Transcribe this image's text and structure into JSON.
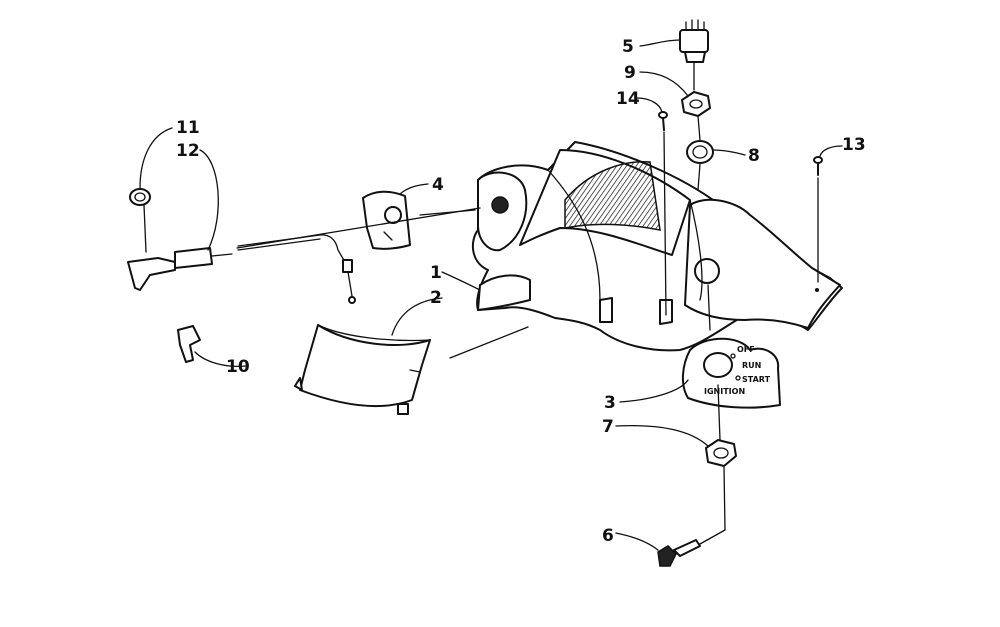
{
  "callouts": [
    {
      "id": "1",
      "label": "1"
    },
    {
      "id": "2",
      "label": "2"
    },
    {
      "id": "3",
      "label": "3"
    },
    {
      "id": "4",
      "label": "4"
    },
    {
      "id": "5",
      "label": "5"
    },
    {
      "id": "6",
      "label": "6"
    },
    {
      "id": "7",
      "label": "7"
    },
    {
      "id": "8",
      "label": "8"
    },
    {
      "id": "9",
      "label": "9"
    },
    {
      "id": "10",
      "label": "10"
    },
    {
      "id": "11",
      "label": "11"
    },
    {
      "id": "12",
      "label": "12"
    },
    {
      "id": "13",
      "label": "13"
    },
    {
      "id": "14",
      "label": "14"
    }
  ],
  "ignition_plate": {
    "off": "OFF",
    "run": "RUN",
    "start": "START",
    "title": "IGNITION"
  },
  "colors": {
    "ink": "#111111",
    "paper": "#ffffff"
  }
}
